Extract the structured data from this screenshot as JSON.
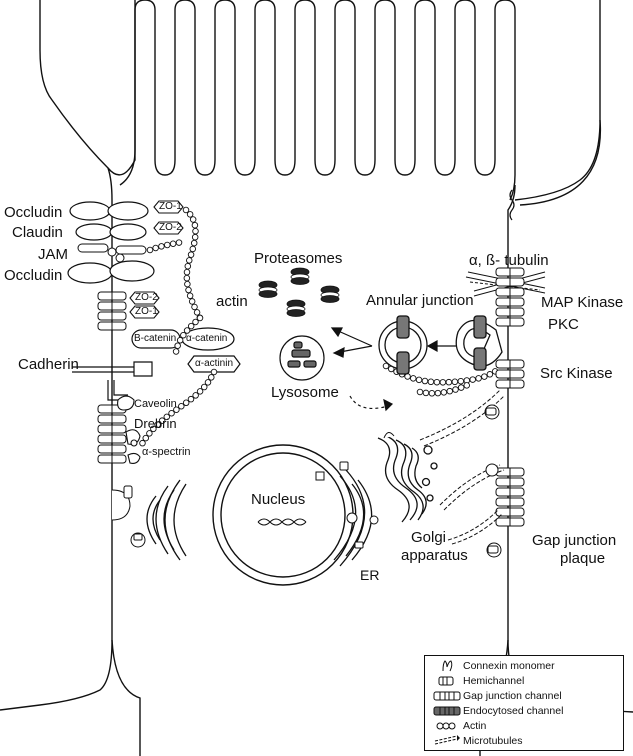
{
  "labels": {
    "occludin_top": "Occludin",
    "claudin": "Claudin",
    "jam": "JAM",
    "occludin_bottom": "Occludin",
    "zo1_top": "ZO-1",
    "zo2_top": "ZO-2",
    "zo2_bottom": "ZO-2",
    "zo1_bottom": "ZO-1",
    "actin": "actin",
    "b_catenin": "B-catenin",
    "a_catenin": "α-catenin",
    "a_actinin": "α-actinin",
    "cadherin": "Cadherin",
    "caveolin": "Caveolin",
    "drebrin": "Drebrin",
    "a_spectrin": "α-spectrin",
    "proteasomes": "Proteasomes",
    "lysosome": "Lysosome",
    "annular_junction": "Annular junction",
    "tubulin": "α, ß- tubulin",
    "map_kinase": "MAP Kinase",
    "pkc": "PKC",
    "src_kinase": "Src Kinase",
    "nucleus": "Nucleus",
    "golgi_line1": "Golgi",
    "golgi_line2": "apparatus",
    "er": "ER",
    "gap_plaque_line1": "Gap junction",
    "gap_plaque_line2": "plaque"
  },
  "legend": {
    "items": [
      {
        "label": "Connexin monomer",
        "icon": "connexin-monomer-icon"
      },
      {
        "label": "Hemichannel",
        "icon": "hemichannel-icon"
      },
      {
        "label": "Gap junction channel",
        "icon": "gap-junction-channel-icon"
      },
      {
        "label": "Endocytosed channel",
        "icon": "endocytosed-channel-icon"
      },
      {
        "label": "Actin",
        "icon": "actin-icon"
      },
      {
        "label": "Microtubules",
        "icon": "microtubules-icon"
      }
    ]
  }
}
